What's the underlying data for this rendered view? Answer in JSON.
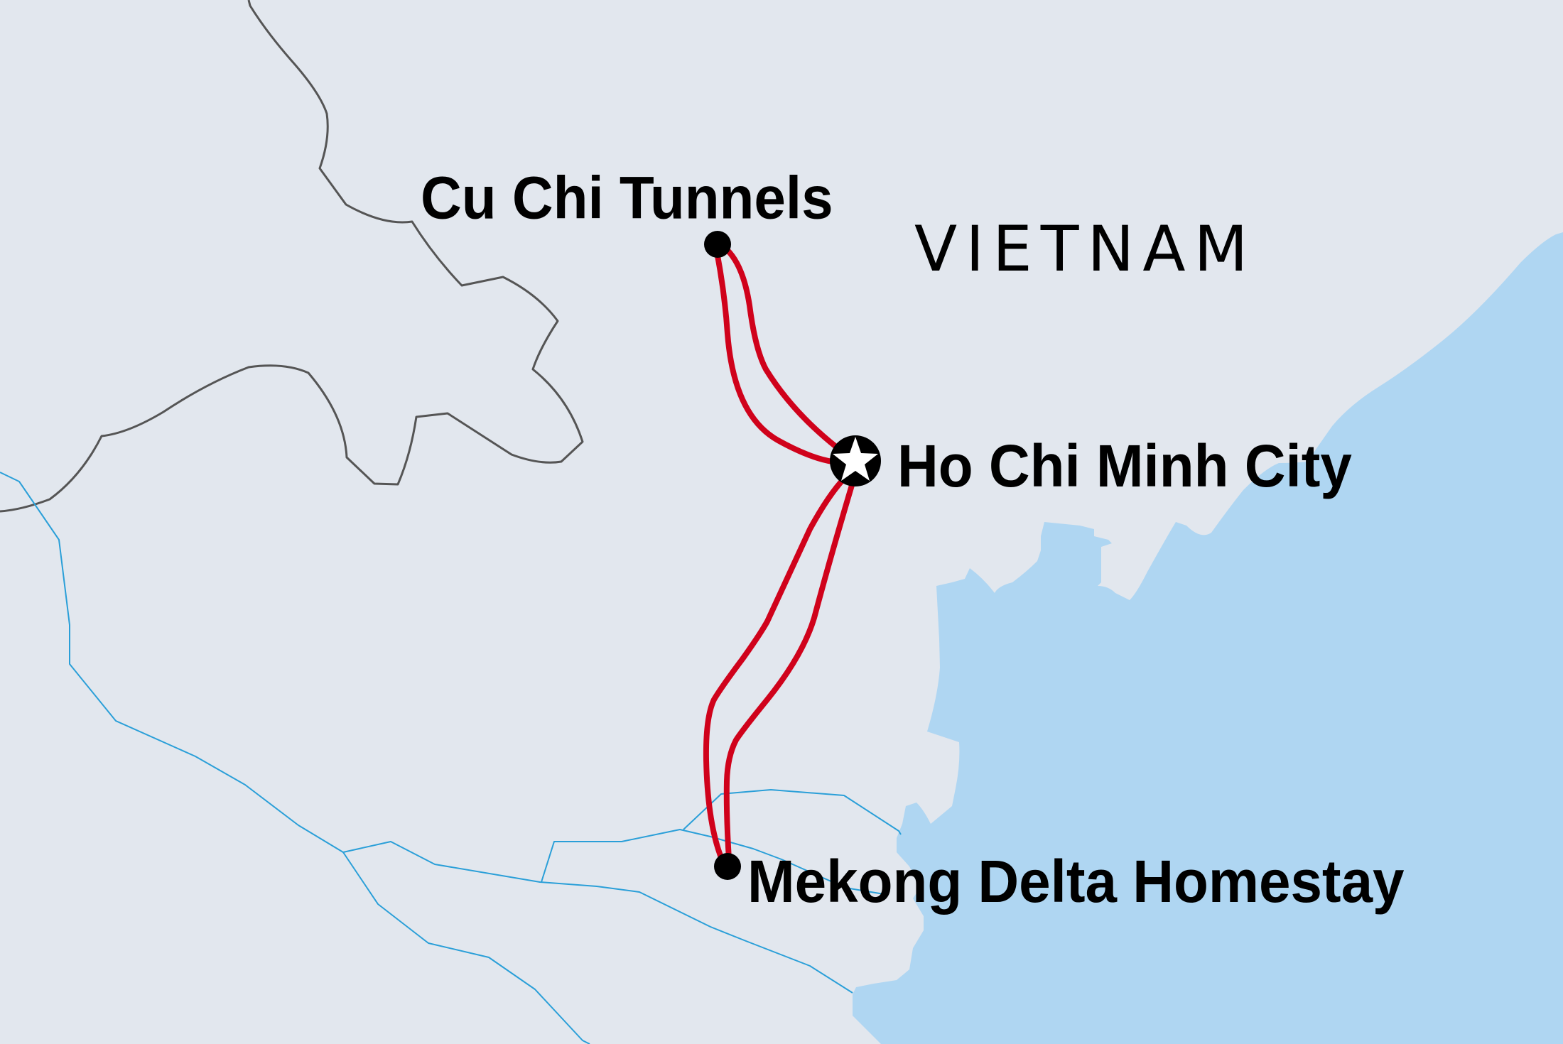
{
  "map": {
    "country_label": "VIETNAM",
    "colors": {
      "land": "#e2e7ee",
      "water": "#afd6f2",
      "border": "#555555",
      "river": "#2a9fd8",
      "route": "#d0021b",
      "marker": "#000000"
    },
    "places": [
      {
        "id": "cu-chi-tunnels",
        "name": "Cu Chi Tunnels",
        "marker": "dot"
      },
      {
        "id": "ho-chi-minh-city",
        "name": "Ho Chi Minh City",
        "marker": "star"
      },
      {
        "id": "mekong-delta-homestay",
        "name": "Mekong Delta Homestay",
        "marker": "dot"
      }
    ],
    "routes": [
      {
        "from": "Ho Chi Minh City",
        "to": "Cu Chi Tunnels"
      },
      {
        "from": "Cu Chi Tunnels",
        "to": "Ho Chi Minh City"
      },
      {
        "from": "Ho Chi Minh City",
        "to": "Mekong Delta Homestay"
      },
      {
        "from": "Mekong Delta Homestay",
        "to": "Ho Chi Minh City"
      }
    ]
  }
}
